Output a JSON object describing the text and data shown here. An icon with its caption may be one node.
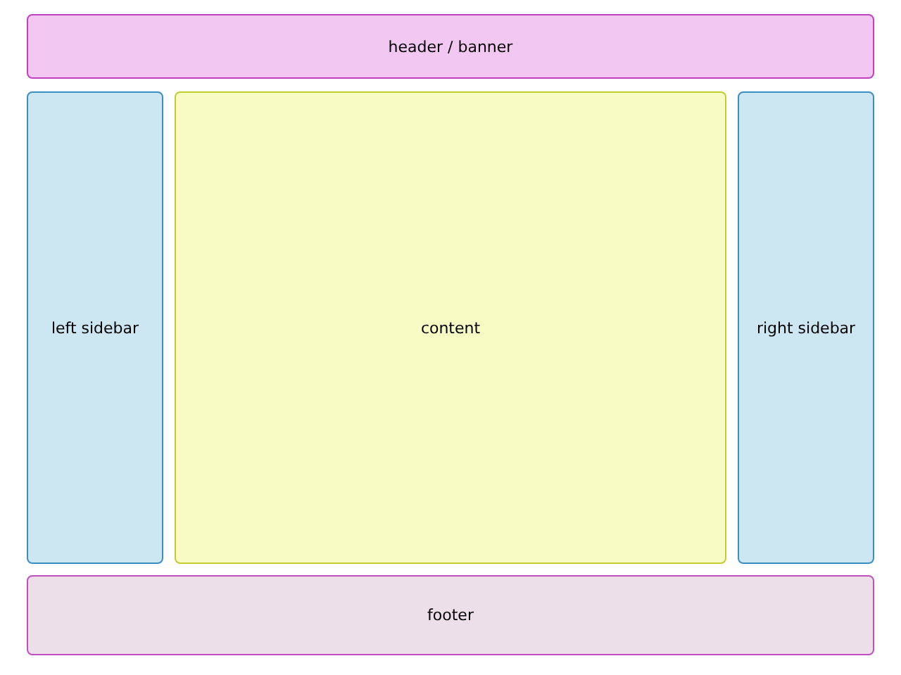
{
  "diagram": {
    "nodes": [
      {
        "text": [
          "header / banner"
        ]
      },
      {
        "text": [
          "left sidebar"
        ]
      },
      {
        "text": [
          "content"
        ]
      },
      {
        "text": [
          "right sidebar"
        ]
      },
      {
        "text": [
          "footer"
        ]
      }
    ]
  }
}
